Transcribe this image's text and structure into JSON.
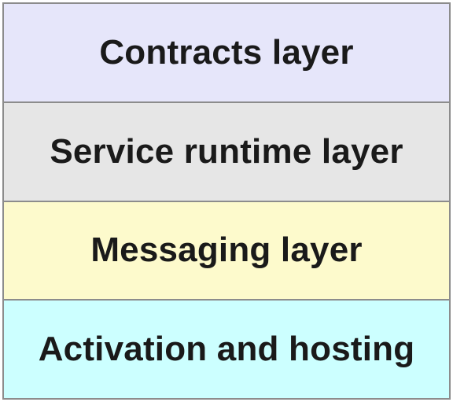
{
  "diagram": {
    "layers": [
      {
        "label": "Contracts layer",
        "color": "#e6e6fa"
      },
      {
        "label": "Service runtime layer",
        "color": "#e6e6e6"
      },
      {
        "label": "Messaging layer",
        "color": "#fdfacc"
      },
      {
        "label": "Activation and hosting",
        "color": "#ccffff"
      }
    ],
    "border_color": "#8c8c8c"
  }
}
